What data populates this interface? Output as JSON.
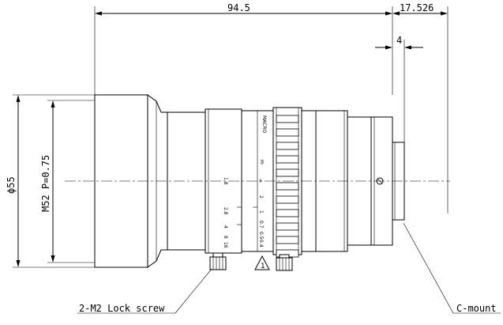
{
  "dimensions": {
    "overall_length": "94.5",
    "flange_length": "17.526",
    "mount_depth": "4",
    "outer_diameter": "ϕ55",
    "filter_thread": "M52 P=0.75"
  },
  "callouts": {
    "lock_screw": "2-M2 Lock screw",
    "mount": "C-mount"
  },
  "focus_scale": {
    "unit": "m",
    "infinity": "∞",
    "marks": [
      "2",
      "1",
      "0.7",
      "0.5",
      "0.4"
    ]
  },
  "iris_scale": {
    "marks": [
      "1.8",
      "2.8",
      "4",
      "8",
      "16"
    ]
  },
  "warning_icon": "warning-triangle-icon"
}
